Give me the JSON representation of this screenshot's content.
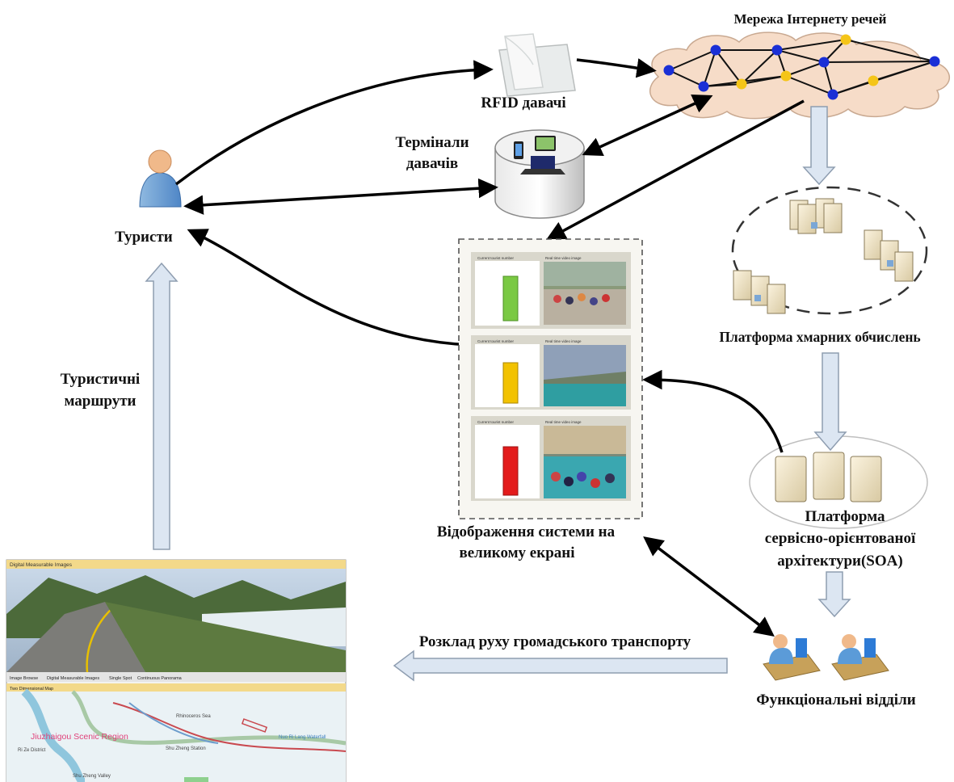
{
  "nodes": {
    "iot_network": "Мережа Інтернету речей",
    "rfid": "RFID давачі",
    "terminals": [
      "Термінали",
      "давачів"
    ],
    "tourists": "Туристи",
    "tourist_routes": [
      "Туристичні",
      "маршрути"
    ],
    "cloud_platform": "Платформа хмарних обчислень",
    "soa_platform": [
      "Платформа",
      "сервісно-орієнтованої",
      "архітектури(SOA)"
    ],
    "big_screen": [
      "Відображення системи на",
      "великому екрані"
    ],
    "transport_schedule": "Розклад руху громадського транспорту",
    "departments": "Функціональні відділи"
  },
  "screen_panels": [
    {
      "title": "Current tourist number",
      "subtitle": "Real time video image",
      "bar_color": "#7ac943"
    },
    {
      "title": "Current tourist number",
      "subtitle": "Real time video image",
      "bar_color": "#f2c200"
    },
    {
      "title": "Current tourist number",
      "subtitle": "Real time video image",
      "bar_color": "#e31b1b"
    }
  ],
  "map_window": {
    "title": "Digital Measurable Images",
    "tabs": [
      "Image Browse",
      "Digital Measurable Images",
      "Single Spot",
      "Continuous Panorama"
    ],
    "map_tab": "Two Dimensional Map",
    "region_label": "Jiuzhaigou Scenic Region",
    "places": [
      "Rhinoceros Sea",
      "Nuo Ri Lang Waterfall",
      "Shu Zheng Station",
      "Ri Ze District",
      "Shu Zheng Valley"
    ]
  },
  "colors": {
    "node_blue": "#1a2fd6",
    "node_yellow": "#f5c518",
    "cloud_fill": "#f6dcc8",
    "hollow_arrow": "#dce6f2"
  }
}
